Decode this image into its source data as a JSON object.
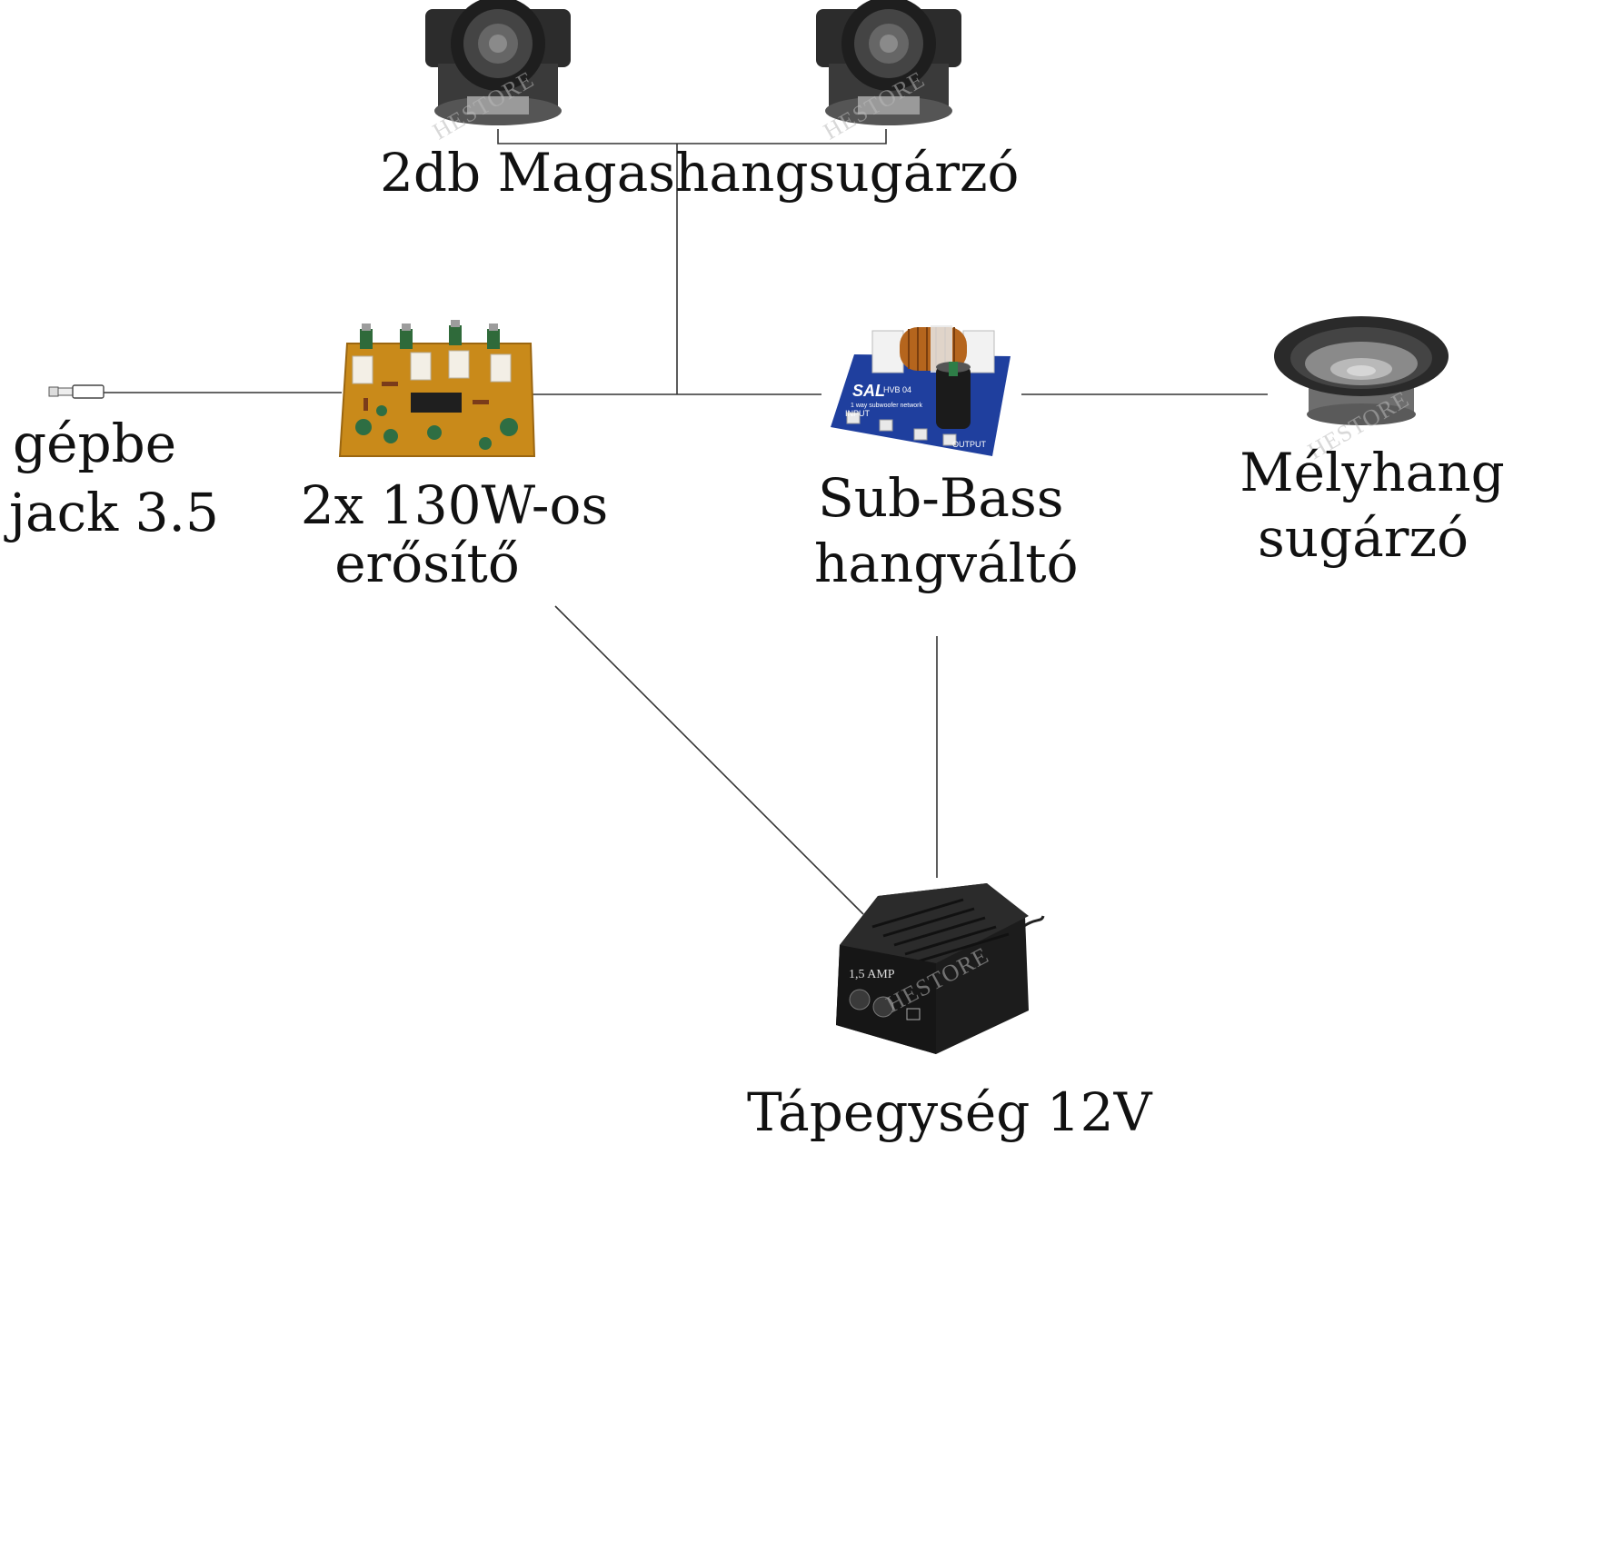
{
  "labels": {
    "tweeters": "2db  Magashangsugárzó",
    "jack_line1": "gépbe",
    "jack_line2": "jack 3.5",
    "amp_line1": "2x  130W-os",
    "amp_line2": "erősítő",
    "crossover_line1": "Sub-Bass",
    "crossover_line2": "hangváltó",
    "woofer_line1": "Mélyhang",
    "woofer_line2": "sugárzó",
    "psu": "Tápegység   12V"
  },
  "pictures": {
    "watermark": "HESTORE",
    "crossover_brand": "SAL",
    "crossover_model": "HVB 04",
    "crossover_subtitle": "1 way subwoofer network",
    "crossover_input": "INPUT",
    "crossover_output": "OUTPUT",
    "psu_rating": "1,5 AMP"
  },
  "colors": {
    "line": "#333333",
    "text": "#111111",
    "amp_board": "#c98a1a",
    "crossover_board": "#1f3f9e",
    "speaker_dark": "#2a2a2a",
    "woofer_cone": "#8a8a8a",
    "psu_body": "#1c1c1c"
  }
}
